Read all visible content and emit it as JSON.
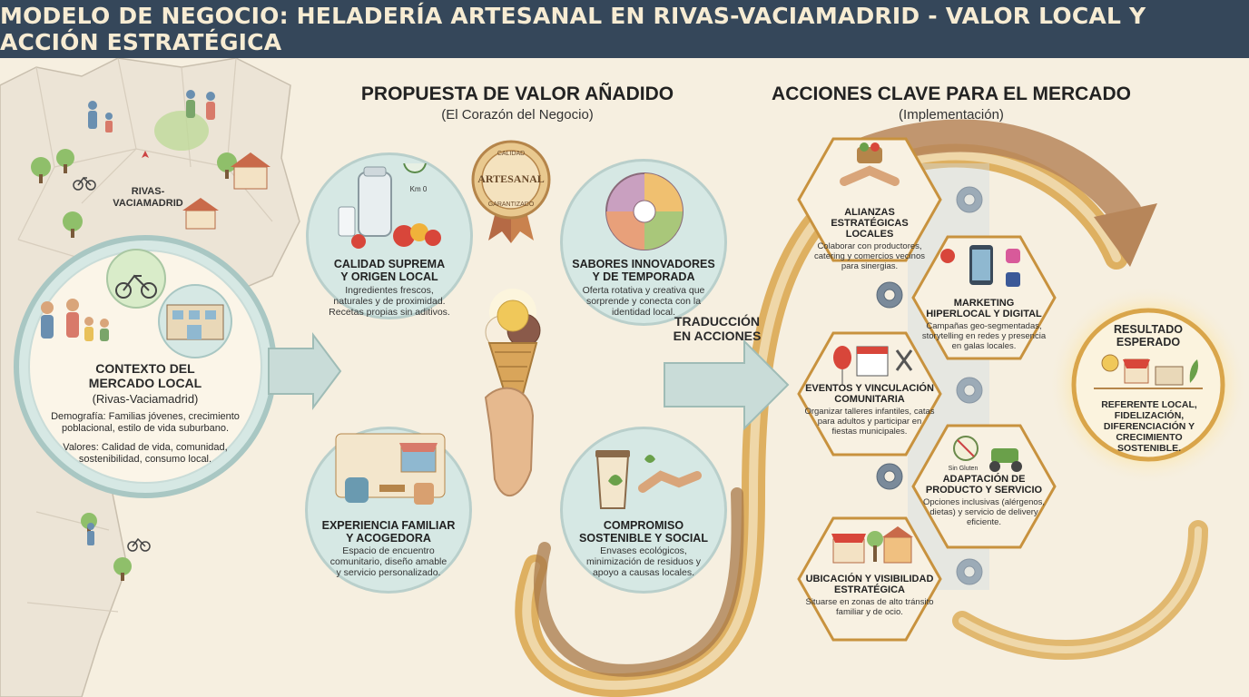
{
  "title": "MODELO DE NEGOCIO: HELADERÍA ARTESANAL EN RIVAS-VACIAMADRID - VALOR LOCAL Y ACCIÓN ESTRATÉGICA",
  "map": {
    "city_label_line1": "RIVAS-",
    "city_label_line2": "VACIAMADRID"
  },
  "context": {
    "title_line1": "CONTEXTO DEL",
    "title_line2": "MERCADO LOCAL",
    "subtitle": "(Rivas-Vaciamadrid)",
    "demografia": "Demografía: Familias jóvenes, crecimiento poblacional, estilo de vida suburbano.",
    "valores": "Valores: Calidad de vida, comunidad, sostenibilidad, consumo local."
  },
  "value": {
    "title": "PROPUESTA DE VALOR AÑADIDO",
    "subtitle": "(El Corazón del Negocio)",
    "badge": "ARTESANAL",
    "badge_arc_top": "CALIDAD",
    "badge_arc_bottom": "GARANTIZADO",
    "km_tag": "Km 0",
    "items": [
      {
        "title_line1": "CALIDAD SUPREMA",
        "title_line2": "Y ORIGEN LOCAL",
        "text": "Ingredientes frescos, naturales y de proximidad. Recetas propias sin aditivos."
      },
      {
        "title_line1": "SABORES INNOVADORES",
        "title_line2": "Y DE TEMPORADA",
        "text": "Oferta rotativa y creativa que sorprende y conecta con la identidad local."
      },
      {
        "title_line1": "EXPERIENCIA FAMILIAR",
        "title_line2": "Y ACOGEDORA",
        "text": "Espacio de encuentro comunitario, diseño amable y servicio personalizado."
      },
      {
        "title_line1": "COMPROMISO",
        "title_line2": "SOSTENIBLE Y SOCIAL",
        "text": "Envases ecológicos, minimización de residuos y apoyo a causas locales."
      }
    ]
  },
  "translation": {
    "line1": "TRADUCCIÓN",
    "line2": "EN ACCIONES"
  },
  "actions": {
    "title": "ACCIONES CLAVE PARA EL MERCADO",
    "subtitle": "(Implementación)",
    "gluten_tag": "Sin Gluten",
    "items": [
      {
        "title_line1": "ALIANZAS",
        "title_line2": "ESTRATÉGICAS LOCALES",
        "text": "Colaborar con productores, catering y comercios vecinos para sinergias."
      },
      {
        "title_line1": "MARKETING",
        "title_line2": "HIPERLOCAL Y DIGITAL",
        "text": "Campañas geo-segmentadas, storytelling en redes y presencia en galas locales."
      },
      {
        "title_line1": "EVENTOS Y VINCULACIÓN",
        "title_line2": "COMUNITARIA",
        "text": "Organizar talleres infantiles, catas para adultos y participar en fiestas municipales."
      },
      {
        "title_line1": "ADAPTACIÓN DE",
        "title_line2": "PRODUCTO Y SERVICIO",
        "text": "Opciones inclusivas (alérgenos, dietas) y servicio de delivery eficiente."
      },
      {
        "title_line1": "UBICACIÓN Y VISIBILIDAD",
        "title_line2": "ESTRATÉGICA",
        "text": "Situarse en zonas de alto tránsito familiar y de ocio."
      }
    ]
  },
  "result": {
    "title_line1": "RESULTADO",
    "title_line2": "ESPERADO",
    "text": "REFERENTE LOCAL, FIDELIZACIÓN, DIFERENCIACIÓN Y CRECIMIENTO SOSTENIBLE."
  },
  "colors": {
    "title_bar": "#35475a",
    "background": "#f6efe0",
    "bubble": "#d6e8e4",
    "hex": "#f8f1e2",
    "hex_border": "#c8923e",
    "ribbon_gold": "#d9a54a",
    "ribbon_brown": "#a8794a",
    "arrow": "#c9dcd8"
  }
}
